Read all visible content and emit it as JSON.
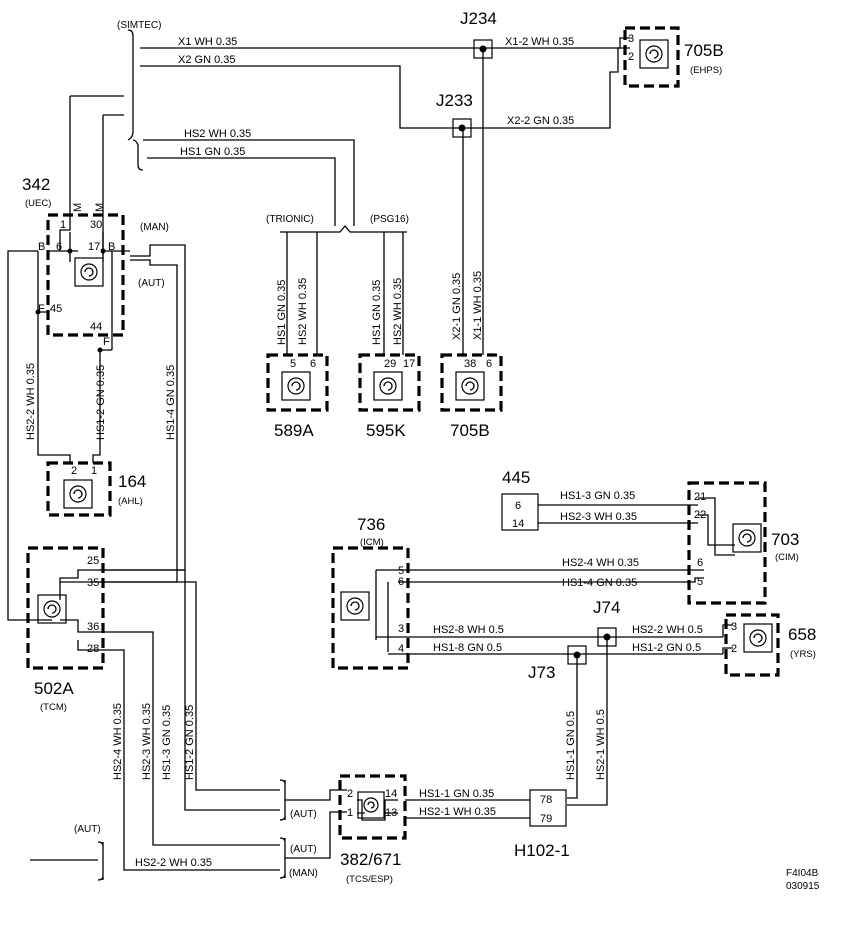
{
  "diagram": {
    "figure_id": "F4I04B",
    "figure_date": "030915",
    "section_labels": {
      "simtec": "(SIMTEC)",
      "trionic": "(TRIONIC)",
      "psg16": "(PSG16)",
      "man": "(MAN)",
      "aut": "(AUT)"
    },
    "junctions": {
      "j234": "J234",
      "j233": "J233",
      "j74": "J74",
      "j73": "J73"
    },
    "components": {
      "c342": {
        "id": "342",
        "name": "(UEC)"
      },
      "c705b_top": {
        "id": "705B",
        "name": "(EHPS)"
      },
      "c589a": {
        "id": "589A",
        "name": ""
      },
      "c595k": {
        "id": "595K",
        "name": ""
      },
      "c705b_bottom": {
        "id": "705B",
        "name": ""
      },
      "c164": {
        "id": "164",
        "name": "(AHL)"
      },
      "c445": {
        "id": "445",
        "name": ""
      },
      "c703": {
        "id": "703",
        "name": "(CIM)"
      },
      "c736": {
        "id": "736",
        "name": "(ICM)"
      },
      "c658": {
        "id": "658",
        "name": "(YRS)"
      },
      "c502a": {
        "id": "502A",
        "name": "(TCM)"
      },
      "c382": {
        "id": "382/671",
        "name": "(TCS/ESP)"
      },
      "h102": {
        "id": "H102-1",
        "name": ""
      }
    },
    "pins": {
      "p342_1": "1",
      "p342_30": "30",
      "p342_6": "6",
      "p342_17": "17",
      "p342_45": "45",
      "p342_44": "44",
      "p342_b_left": "B",
      "p342_b_right": "B",
      "p342_m_left": "M",
      "p342_m_right": "M",
      "p342_f_left": "F",
      "p342_f_right": "F",
      "p705t_3": "3",
      "p705t_2": "2",
      "p589_5": "5",
      "p589_6": "6",
      "p595_29": "29",
      "p595_17": "17",
      "p705b_38": "38",
      "p705b_6": "6",
      "p164_2": "2",
      "p164_1": "1",
      "p445_6": "6",
      "p445_14": "14",
      "p703_21": "21",
      "p703_22": "22",
      "p703_6": "6",
      "p703_5": "5",
      "p736_5": "5",
      "p736_6": "6",
      "p736_3": "3",
      "p736_4": "4",
      "p658_3": "3",
      "p658_2": "2",
      "p502_25": "25",
      "p502_35": "35",
      "p502_36": "36",
      "p502_28": "28",
      "p382_2": "2",
      "p382_1": "1",
      "p382_14": "14",
      "p382_13": "13",
      "h102_78": "78",
      "h102_79": "79"
    },
    "wires": {
      "x1_top": "X1  WH  0.35",
      "x2_top": "X2  GN  0.35",
      "x1_2": "X1-2  WH  0.35",
      "x2_2": "X2-2  GN  0.35",
      "hs2_top": "HS2  WH  0.35",
      "hs1_top": "HS1  GN  0.35",
      "hs1_gn_589": "HS1  GN  0.35",
      "hs2_wh_589": "HS2  WH  0.35",
      "hs1_gn_595": "HS1  GN  0.35",
      "hs2_wh_595": "HS2  WH  0.35",
      "x2_1": "X2-1  GN  0.35",
      "x1_1": "X1-1  WH  0.35",
      "hs2_2_left": "HS2-2  WH  0.35",
      "hs1_2_left": "HS1-2  GN  0.35",
      "hs1_4": "HS1-4  GN  0.35",
      "hs1_3_445": "HS1-3  GN  0.35",
      "hs2_3_445": "HS2-3  WH  0.35",
      "hs2_4_703": "HS2-4  WH  0.35",
      "hs1_4_703": "HS1-4  GN  0.35",
      "hs2_8": "HS2-8  WH  0.5",
      "hs1_8": "HS1-8  GN  0.5",
      "hs2_2_658": "HS2-2  WH  0.5",
      "hs1_2_658": "HS1-2  GN  0.5",
      "hs1_1_v": "HS1-1  GN  0.5",
      "hs2_1_v": "HS2-1  WH  0.5",
      "hs2_4_v": "HS2-4  WH  0.35",
      "hs2_3_v": "HS2-3  WH  0.35",
      "hs1_3_v": "HS1-3  GN  0.35",
      "hs1_2_v": "HS1-2  GN  0.35",
      "hs1_1_h": "HS1-1  GN  0.35",
      "hs2_1_h": "HS2-1  WH  0.35",
      "hs2_2_bottom": "HS2-2  WH  0.35"
    }
  }
}
